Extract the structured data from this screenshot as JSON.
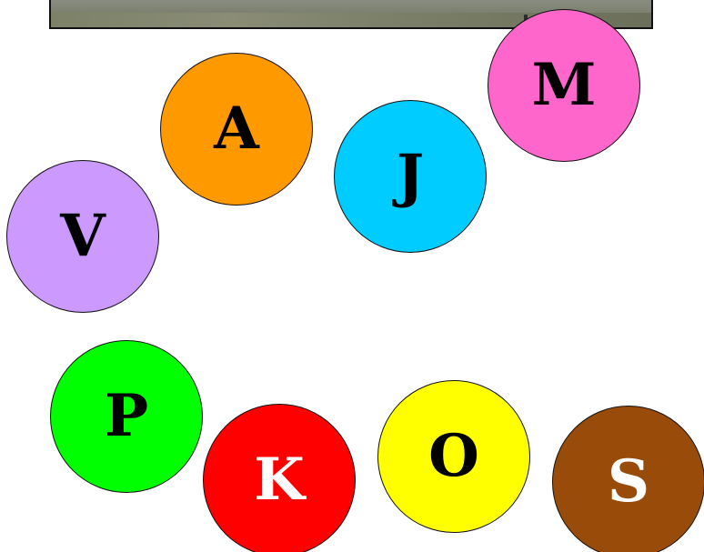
{
  "circles": [
    {
      "id": "a",
      "letter": "A",
      "color": "#ff9900",
      "text_color": "#000000"
    },
    {
      "id": "m",
      "letter": "M",
      "color": "#ff66cc",
      "text_color": "#000000"
    },
    {
      "id": "j",
      "letter": "J",
      "color": "#00ccff",
      "text_color": "#000000"
    },
    {
      "id": "v",
      "letter": "V",
      "color": "#cc99ff",
      "text_color": "#000000"
    },
    {
      "id": "p",
      "letter": "P",
      "color": "#00ff00",
      "text_color": "#000000"
    },
    {
      "id": "o",
      "letter": "O",
      "color": "#ffff00",
      "text_color": "#000000"
    },
    {
      "id": "k",
      "letter": "K",
      "color": "#ff0000",
      "text_color": "#ffffff"
    },
    {
      "id": "s",
      "letter": "S",
      "color": "#994c0a",
      "text_color": "#ffffff"
    }
  ]
}
